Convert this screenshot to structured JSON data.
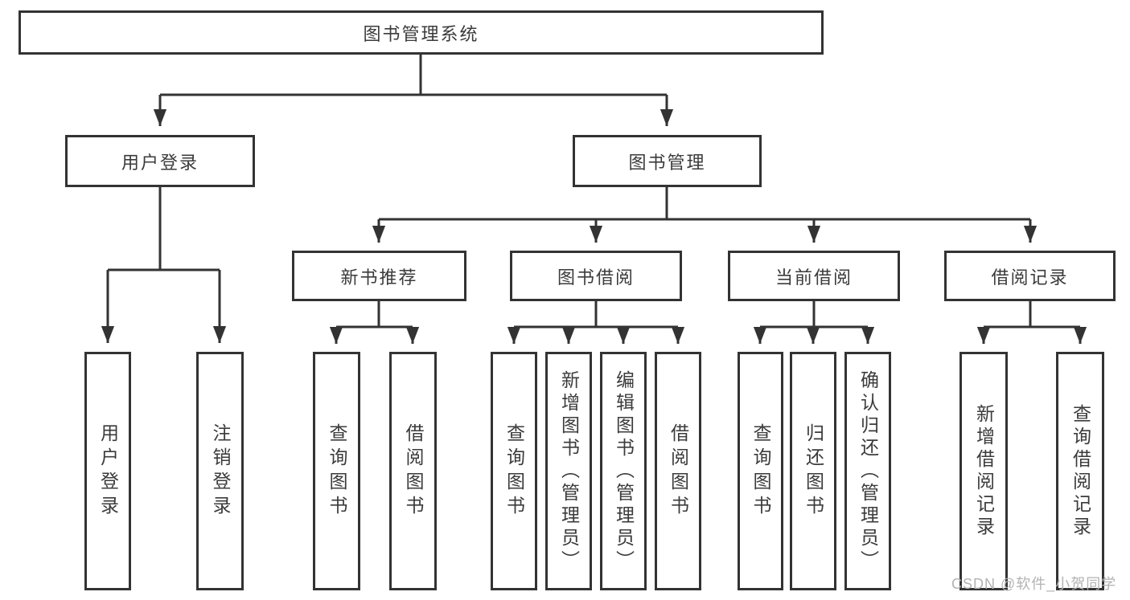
{
  "tree": {
    "root": "图书管理系统",
    "children": [
      {
        "label": "用户登录",
        "children": [
          {
            "label": "用户登录"
          },
          {
            "label": "注销登录"
          }
        ]
      },
      {
        "label": "图书管理",
        "children": [
          {
            "label": "新书推荐",
            "children": [
              {
                "label": "查询图书"
              },
              {
                "label": "借阅图书"
              }
            ]
          },
          {
            "label": "图书借阅",
            "children": [
              {
                "label": "查询图书"
              },
              {
                "label": "新增图书（管理员）"
              },
              {
                "label": "编辑图书（管理员）"
              },
              {
                "label": "借阅图书"
              }
            ]
          },
          {
            "label": "当前借阅",
            "children": [
              {
                "label": "查询图书"
              },
              {
                "label": "归还图书"
              },
              {
                "label": "确认归还（管理员）"
              }
            ]
          },
          {
            "label": "借阅记录",
            "children": [
              {
                "label": "新增借阅记录"
              },
              {
                "label": "查询借阅记录"
              }
            ]
          }
        ]
      }
    ]
  },
  "watermark": {
    "text": "CSDN @软件_小贺同学"
  },
  "colors": {
    "line": "#333333",
    "box_border": "#333333",
    "box_fill": "#ffffff",
    "text": "#3b3b3b",
    "watermark": "#b3b3b3",
    "background": "#ffffff"
  }
}
